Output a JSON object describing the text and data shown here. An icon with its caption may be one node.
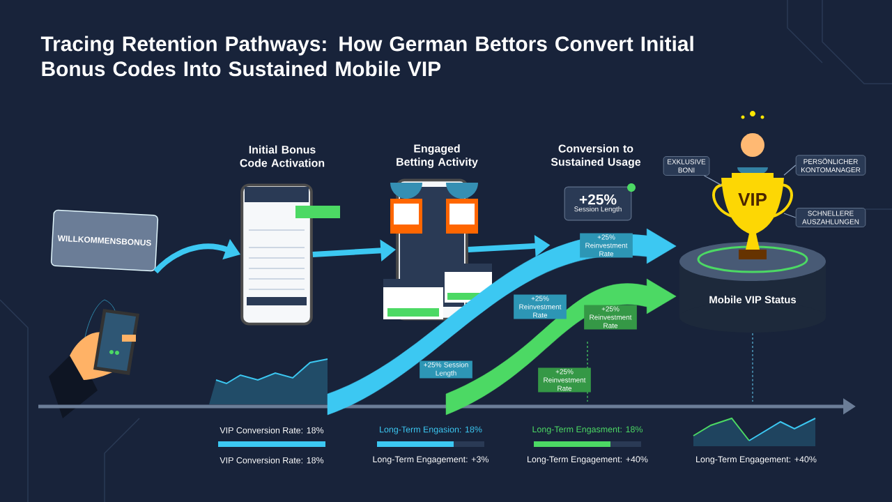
{
  "diagram": {
    "title": "Tracing Retention Pathways: How German Bettors Convert Initial Bonus Codes Into Sustained Mobile VIP",
    "nodes": [
      {
        "text": [
          "WILLKOMMENSBONUS"
        ]
      },
      {
        "text": [
          "Initial Bonus Code Activation"
        ]
      },
      {
        "text": [
          "Engaged Betting Activity"
        ]
      },
      {
        "text": [
          "Conversion to Sustained Usage",
          "+25%",
          "Session Length"
        ]
      },
      {
        "text": [
          "Mobile VIP Status"
        ]
      },
      {
        "text": [
          "EXKLUSIVE BONI"
        ]
      },
      {
        "text": [
          "PERSÖNLICHER KONTOMANAGER"
        ]
      },
      {
        "text": [
          "SCHNELLERE AUSZAHLUNGEN"
        ]
      },
      {
        "text": [
          "VIP"
        ]
      }
    ],
    "edges": [
      {
        "from": 0,
        "to": 1,
        "arrow": "to",
        "style": "thick",
        "color": "#3cc8f2"
      },
      {
        "from": 1,
        "to": 2,
        "arrow": "to",
        "style": "thick",
        "color": "#3cc8f2"
      },
      {
        "from": 2,
        "to": 3,
        "arrow": "to",
        "style": "thick",
        "color": "#3cc8f2"
      },
      {
        "from": null,
        "to": 4,
        "arrow": "to",
        "style": "thick",
        "color": "#3cc8f2",
        "label": "+25% Reinvestment Rate"
      },
      {
        "from": null,
        "to": 4,
        "arrow": "to",
        "style": "thick",
        "color": "#4cd964",
        "label": "+25% Reinvestment Rate"
      },
      {
        "from": 5,
        "to": 8,
        "arrow": "none"
      },
      {
        "from": 6,
        "to": 8,
        "arrow": "none"
      },
      {
        "from": 7,
        "to": 8,
        "arrow": "none"
      }
    ],
    "labels": [
      "+25% Reinvestment Rate",
      "+25% Session Length",
      "+25% Reinvestment Rate",
      "VIP Conversion Rate: 18%",
      "Long-Term Engasion: 18%",
      "Long-Term Engasment: 18%",
      "VIP Conversion Rate: 18%",
      "Long-Term Engagement: +3%",
      "Long-Term Engagement: +40%",
      "Long-Term Engagement: +40%"
    ]
  }
}
